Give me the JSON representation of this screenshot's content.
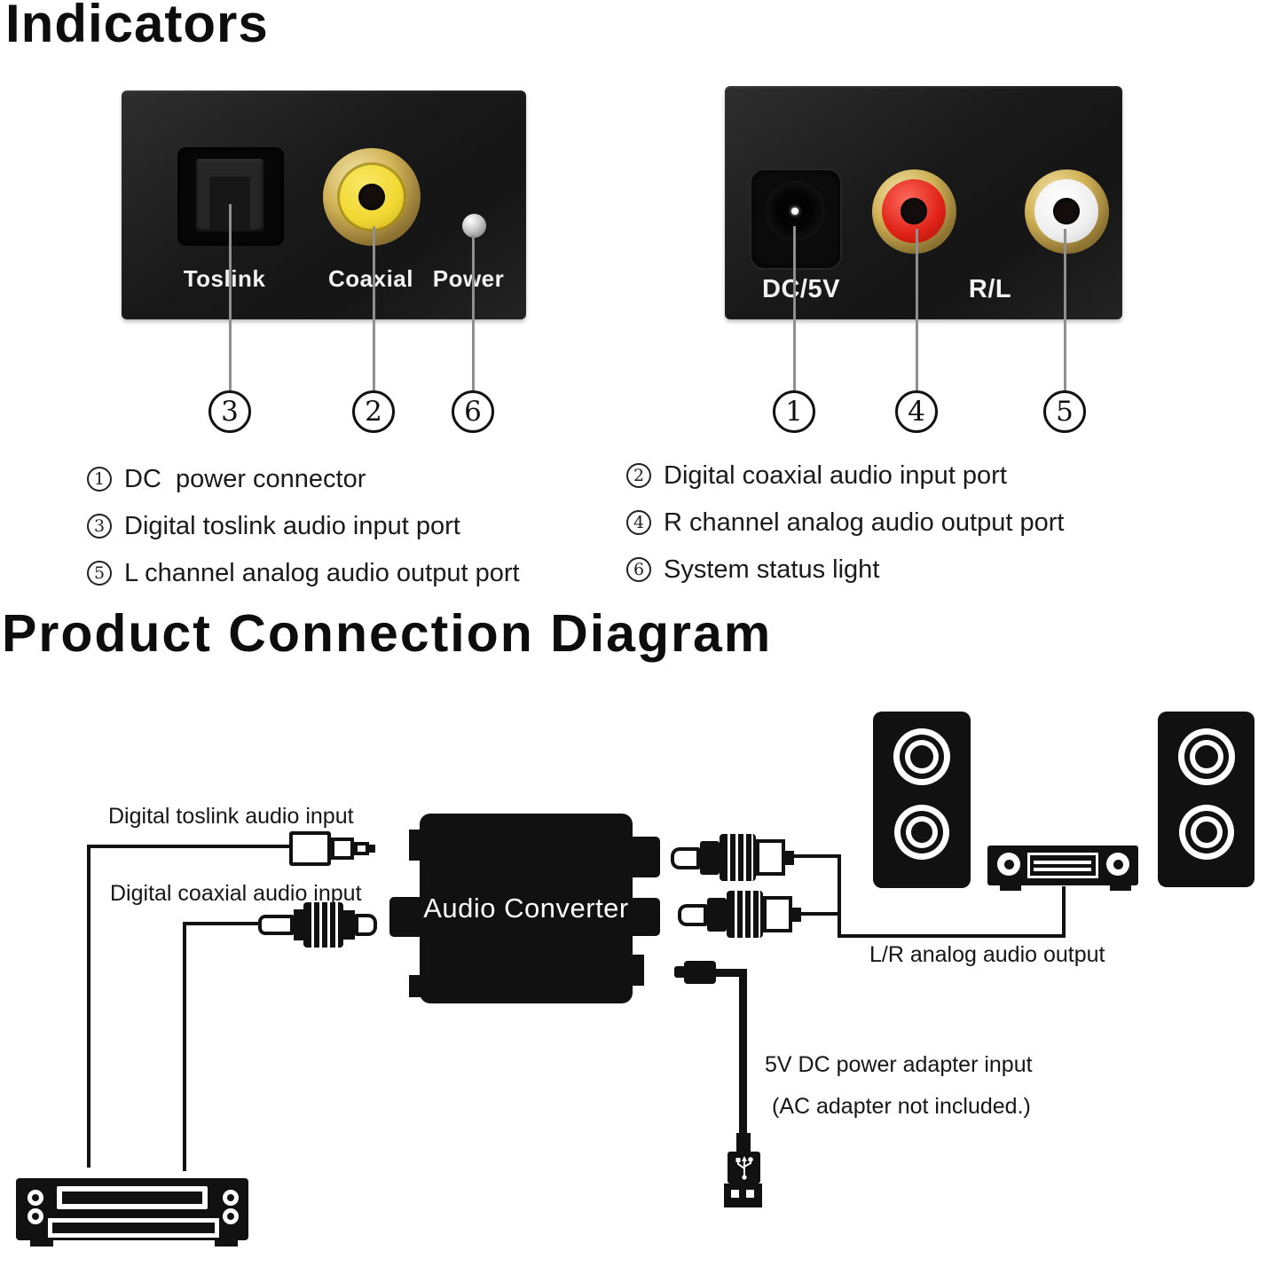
{
  "titles": {
    "indicators": "Indicators",
    "connection": "Product Connection Diagram"
  },
  "left_panel": {
    "toslink": "Toslink",
    "coaxial": "Coaxial",
    "power": "Power",
    "callouts": {
      "toslink": "3",
      "coaxial": "2",
      "power": "6"
    }
  },
  "right_panel": {
    "dc": "DC/5V",
    "rl": "R/L",
    "callouts": {
      "dc": "1",
      "r_channel": "4",
      "l_channel": "5"
    }
  },
  "legend": {
    "left": [
      {
        "num": "1",
        "text": "DC  power connector"
      },
      {
        "num": "3",
        "text": "Digital toslink audio input port"
      },
      {
        "num": "5",
        "text": "L channel analog audio output port"
      }
    ],
    "right": [
      {
        "num": "2",
        "text": "Digital coaxial audio input port"
      },
      {
        "num": "4",
        "text": "R channel analog audio output port"
      },
      {
        "num": "6",
        "text": "System status light"
      }
    ]
  },
  "diagram": {
    "toslink_input": "Digital toslink audio input",
    "coaxial_input": "Digital coaxial audio input",
    "converter": "Audio Converter",
    "lr_output": "L/R analog audio output",
    "power_line1": "5V DC power adapter input",
    "power_line2": "(AC adapter not included.)"
  },
  "colors": {
    "panel_black": "#1b1b1d",
    "gold_ring": "#c9a84c",
    "coaxial_yellow": "#f2d832",
    "rca_red": "#e02318",
    "rca_white": "#f5f5f5",
    "led_gray": "#a0a0a0",
    "line_gray": "#8f8f8f",
    "diagram_black": "#111111"
  }
}
